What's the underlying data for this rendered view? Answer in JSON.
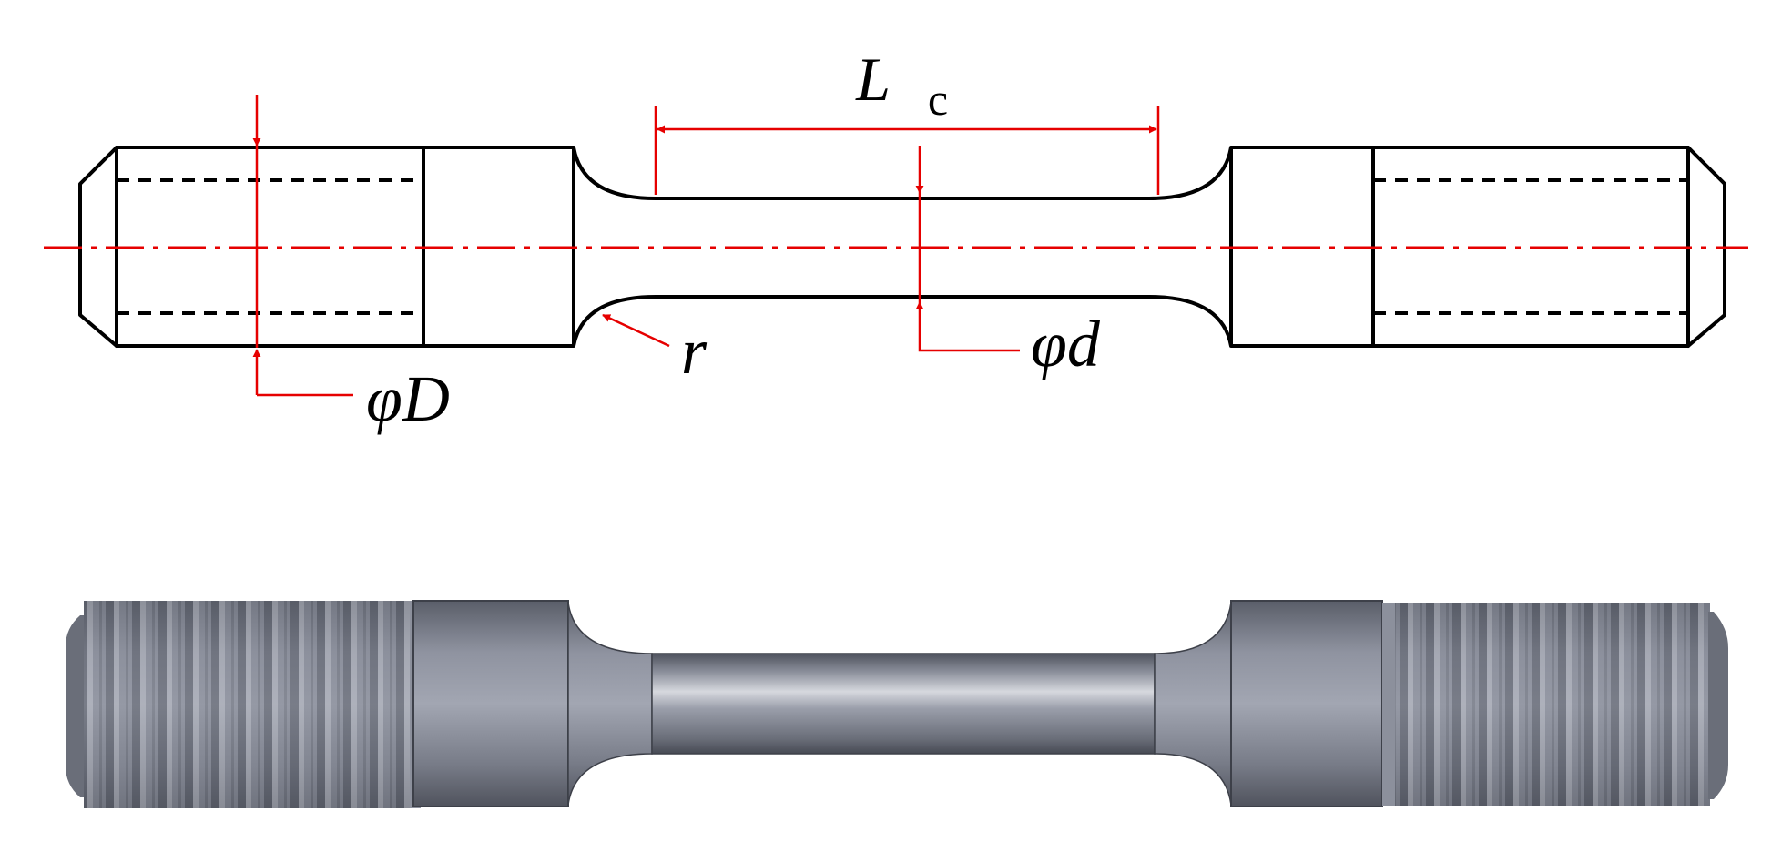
{
  "labels": {
    "gauge_length": "L",
    "gauge_length_subscript": "c",
    "radius": "r",
    "gauge_diameter": "φd",
    "grip_diameter": "φD"
  },
  "colors": {
    "outline": "#000000",
    "dimension": "#e60000",
    "centerline": "#e60000",
    "rendered_body": "#7d818d",
    "rendered_highlight": "#d3d5dc",
    "rendered_shadow": "#4a4d57"
  }
}
